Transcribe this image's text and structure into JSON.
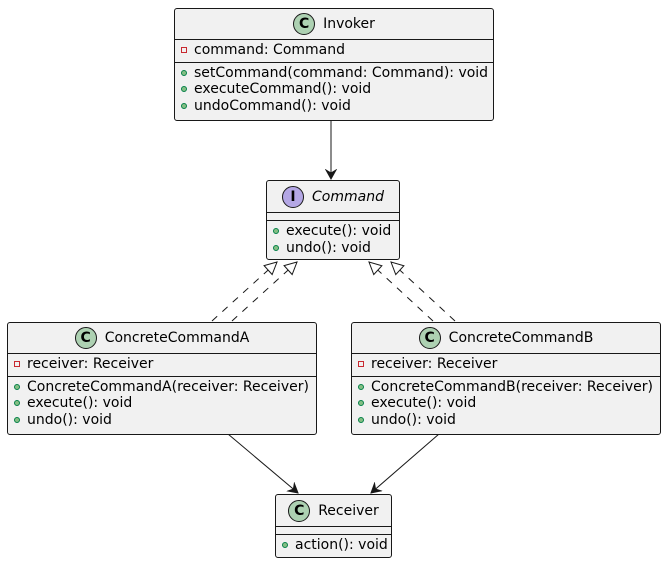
{
  "classes": {
    "invoker": {
      "stereotype": "C",
      "name": "Invoker",
      "fields": [
        {
          "visibility": "private",
          "text": "command: Command"
        }
      ],
      "methods": [
        {
          "visibility": "public",
          "text": "setCommand(command: Command): void"
        },
        {
          "visibility": "public",
          "text": "executeCommand(): void"
        },
        {
          "visibility": "public",
          "text": "undoCommand(): void"
        }
      ]
    },
    "command": {
      "stereotype": "I",
      "name": "Command",
      "fields": [],
      "methods": [
        {
          "visibility": "public",
          "text": "execute(): void"
        },
        {
          "visibility": "public",
          "text": "undo(): void"
        }
      ]
    },
    "concrete_a": {
      "stereotype": "C",
      "name": "ConcreteCommandA",
      "fields": [
        {
          "visibility": "private",
          "text": "receiver: Receiver"
        }
      ],
      "methods": [
        {
          "visibility": "public",
          "text": "ConcreteCommandA(receiver: Receiver)"
        },
        {
          "visibility": "public",
          "text": "execute(): void"
        },
        {
          "visibility": "public",
          "text": "undo(): void"
        }
      ]
    },
    "concrete_b": {
      "stereotype": "C",
      "name": "ConcreteCommandB",
      "fields": [
        {
          "visibility": "private",
          "text": "receiver: Receiver"
        }
      ],
      "methods": [
        {
          "visibility": "public",
          "text": "ConcreteCommandB(receiver: Receiver)"
        },
        {
          "visibility": "public",
          "text": "execute(): void"
        },
        {
          "visibility": "public",
          "text": "undo(): void"
        }
      ]
    },
    "receiver": {
      "stereotype": "C",
      "name": "Receiver",
      "fields": [],
      "methods": [
        {
          "visibility": "public",
          "text": "action(): void"
        }
      ]
    }
  },
  "colors": {
    "class_fill": "#f1f1f1",
    "border": "#181818",
    "class_badge": "#add1b2",
    "interface_badge": "#b4a7e5",
    "private_marker": "#c82930",
    "public_marker": "#84be84"
  }
}
